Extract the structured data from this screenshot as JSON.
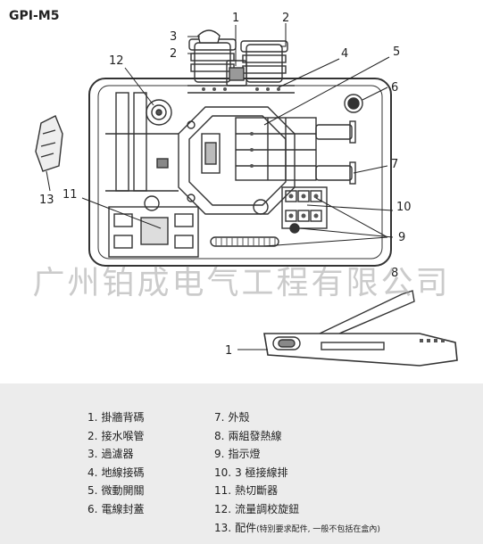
{
  "title": "GPI-M5",
  "callouts": {
    "c1_top": "1",
    "c2_top": "2",
    "c3": "3",
    "c2_left": "2",
    "c4": "4",
    "c5": "5",
    "c6": "6",
    "c7": "7",
    "c8": "8",
    "c9": "9",
    "c10": "10",
    "c11": "11",
    "c12": "12",
    "c13": "13",
    "c1_bottom": "1"
  },
  "watermark": "广州铂成电气工程有限公司",
  "legend": {
    "left": [
      {
        "num": "1.",
        "label": "掛牆背碼"
      },
      {
        "num": "2.",
        "label": "接水喉管"
      },
      {
        "num": "3.",
        "label": "過濾器"
      },
      {
        "num": "4.",
        "label": "地線接碼"
      },
      {
        "num": "5.",
        "label": "微動開關"
      },
      {
        "num": "6.",
        "label": "電線封蓋"
      }
    ],
    "right": [
      {
        "num": "7.",
        "label": "外殼"
      },
      {
        "num": "8.",
        "label": "兩組發熱線"
      },
      {
        "num": "9.",
        "label": "指示燈"
      },
      {
        "num": "10.",
        "label": "3 極接線排"
      },
      {
        "num": "11.",
        "label": "熱切斷器"
      },
      {
        "num": "12.",
        "label": "流量調校旋鈕"
      },
      {
        "num": "13.",
        "label": "配件",
        "note": "(特別要求配件, 一般不包括在盒內)"
      }
    ]
  }
}
